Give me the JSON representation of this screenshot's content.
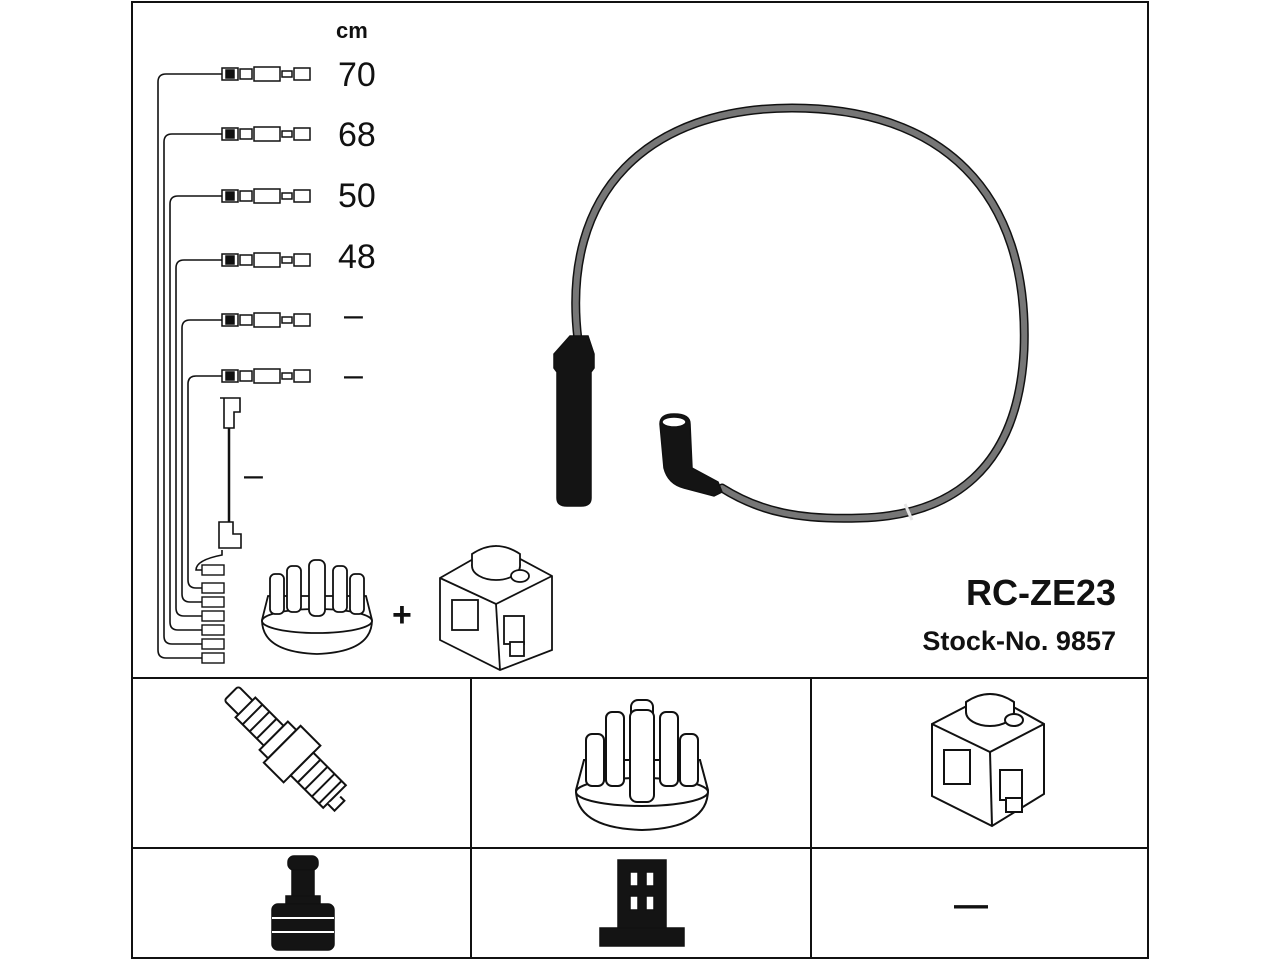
{
  "unit": "cm",
  "lead_lengths": [
    "70",
    "68",
    "50",
    "48",
    "–",
    "–"
  ],
  "coil_lead_length": "–",
  "plus_sign": "+",
  "product_code": "RC-ZE23",
  "stock_number": "Stock-No. 9857",
  "bottom_right_value": "—",
  "colors": {
    "outline": "#111111",
    "cable": "#6f6f6f",
    "paper": "#ffffff"
  },
  "icons": {
    "spark_plug": "spark-plug-icon",
    "distributor_cap": "distributor-cap-icon",
    "ignition_coil": "ignition-coil-icon",
    "plug_connector": "spark-plug-connector-icon",
    "cap_connector": "distributor-connector-icon",
    "lead": "ignition-lead-icon"
  }
}
